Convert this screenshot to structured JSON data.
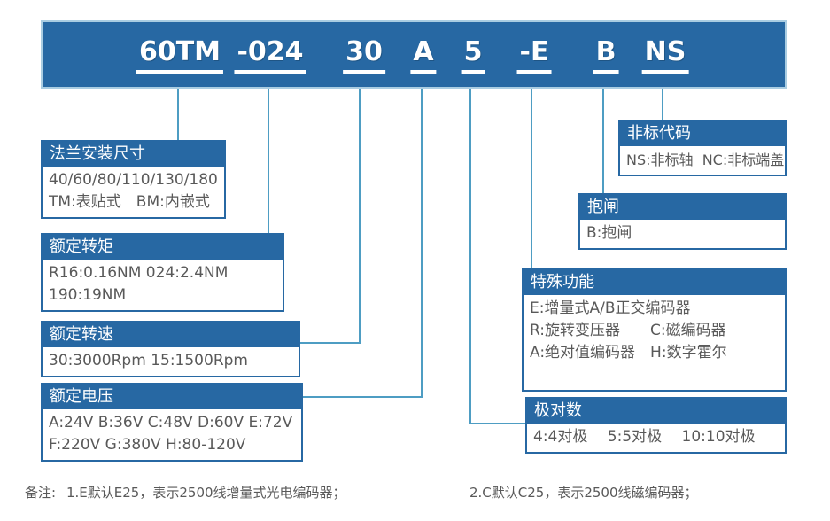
{
  "title_bar": {
    "segments": [
      {
        "label": "60TM"
      },
      {
        "label": "-024"
      },
      {
        "label": "30"
      },
      {
        "label": "A"
      },
      {
        "label": "5"
      },
      {
        "label": "-E"
      },
      {
        "label": "B"
      },
      {
        "label": "NS"
      }
    ]
  },
  "boxes": {
    "flange": {
      "title": "法兰安装尺寸",
      "lines": [
        "40/60/80/110/130/180",
        "TM:表贴式　BM:内嵌式"
      ]
    },
    "torque": {
      "title": "额定转矩",
      "lines": [
        "R16:0.16NM 024:2.4NM",
        "190:19NM"
      ]
    },
    "speed": {
      "title": "额定转速",
      "lines": [
        "30:3000Rpm 15:1500Rpm"
      ]
    },
    "voltage": {
      "title": "额定电压",
      "lines": [
        "A:24V B:36V C:48V D:60V E:72V",
        "F:220V G:380V H:80-120V"
      ]
    },
    "nonstandard": {
      "title": "非标代码",
      "lines": [
        "NS:非标轴  NC:非标端盖"
      ]
    },
    "brake": {
      "title": "抱闸",
      "lines": [
        "B:抱闸"
      ]
    },
    "special": {
      "title": "特殊功能",
      "lines": [
        "E:增量式A/B正交编码器",
        "R:旋转变压器　　C:磁编码器",
        "A:绝对值编码器　H:数字霍尔"
      ]
    },
    "poles": {
      "title": "极对数",
      "lines": [
        "4:4对极　 5:5对极 　10:10对极"
      ]
    }
  },
  "note": {
    "label": "备注:",
    "items": [
      "1.E默认E25，表示2500线增量式光电编码器；",
      "2.C默认C25，表示2500线磁编码器；"
    ]
  },
  "colors": {
    "banner_blue": "#2768a3",
    "connector_blue": "#4e9dc3",
    "banner_border_blue": "#aacde2",
    "body_text_gray": "#595959"
  }
}
